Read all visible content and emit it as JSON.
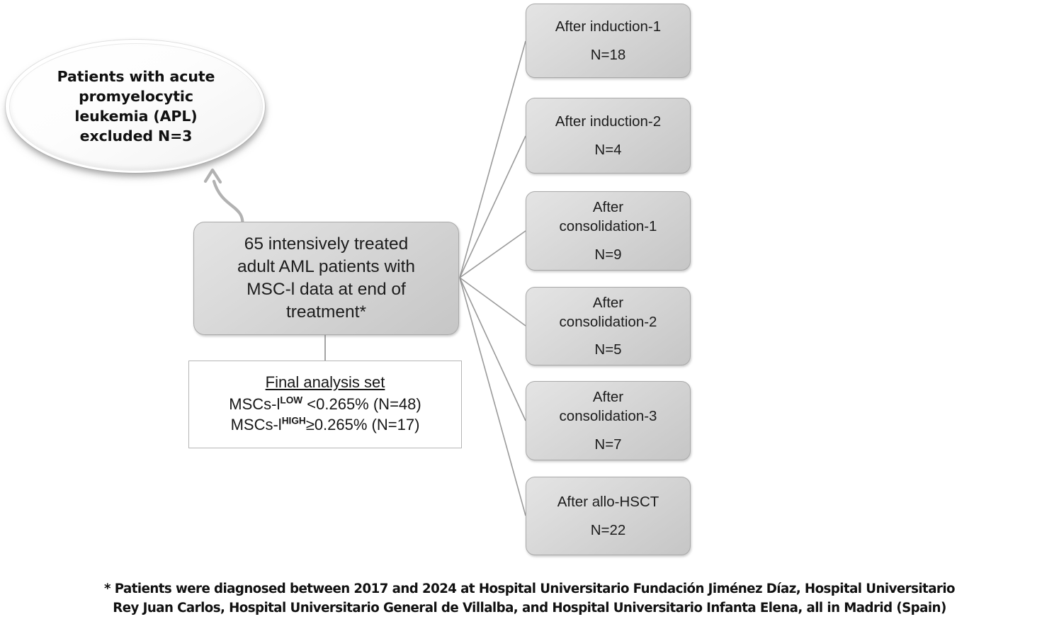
{
  "diagram": {
    "excluded_node": {
      "lines": [
        "Patients with acute",
        "promyelocytic",
        "leukemia (APL)",
        "excluded",
        "N=3"
      ],
      "full_text": "Patients with acute promyelocytic leukemia (APL) excluded N=3"
    },
    "central_node": {
      "lines": [
        "65 intensively treated",
        "adult AML patients with",
        "MSC-l data at end of",
        "treatment*"
      ],
      "full_text": "65 intensively treated adult AML patients with MSC-l data at end of treatment*"
    },
    "final_analysis_node": {
      "title": "Final analysis set",
      "rows": [
        {
          "prefix": "MSCs-l",
          "superscript": "LOW",
          "suffix": " <0.265% (N=48)",
          "full_text": "MSCs-lLOW <0.265% (N=48)",
          "group": "low",
          "threshold": "0.265%",
          "comparator": "<",
          "n": 48
        },
        {
          "prefix": "MSCs-l",
          "superscript": "HIGH",
          "suffix": "≥0.265% (N=17)",
          "full_text": "MSCs-lHIGH≥0.265% (N=17)",
          "group": "high",
          "threshold": "0.265%",
          "comparator": "≥",
          "n": 17
        }
      ]
    },
    "timepoint_nodes": [
      {
        "title": "After induction-1",
        "title_lines": [
          "After induction-1"
        ],
        "count": "N=18",
        "n": 18
      },
      {
        "title": "After induction-2",
        "title_lines": [
          "After induction-2"
        ],
        "count": "N=4",
        "n": 4
      },
      {
        "title": "After consolidation-1",
        "title_lines": [
          "After",
          "consolidation-1"
        ],
        "count": "N=9",
        "n": 9
      },
      {
        "title": "After consolidation-2",
        "title_lines": [
          "After",
          "consolidation-2"
        ],
        "count": "N=5",
        "n": 5
      },
      {
        "title": "After consolidation-3",
        "title_lines": [
          "After",
          "consolidation-3"
        ],
        "count": "N=7",
        "n": 7
      },
      {
        "title": "After allo-HSCT",
        "title_lines": [
          "After allo-HSCT"
        ],
        "count": "N=22",
        "n": 22
      }
    ],
    "footnote": {
      "line1": "* Patients were diagnosed between 2017 and 2024 at Hospital Universitario Fundación Jiménez Díaz, Hospital Universitario",
      "line2": "Rey Juan Carlos, Hospital Universitario General de Villalba, and Hospital Universitario Infanta Elena, all in Madrid (Spain)",
      "full_text": "* Patients were diagnosed between 2017 and 2024 at Hospital Universitario Fundación Jiménez Díaz, Hospital Universitario Rey Juan Carlos, Hospital Universitario General de Villalba, and Hospital Universitario Infanta Elena, all in Madrid (Spain)"
    }
  },
  "colors": {
    "box_fill_light": "#e4e4e4",
    "box_fill_dark": "#c6c6c6",
    "box_border": "#a9a9a9",
    "connector": "#9a9a9a",
    "text": "#1a1a1a",
    "background": "#ffffff",
    "final_box_border": "#b5b5b5"
  }
}
